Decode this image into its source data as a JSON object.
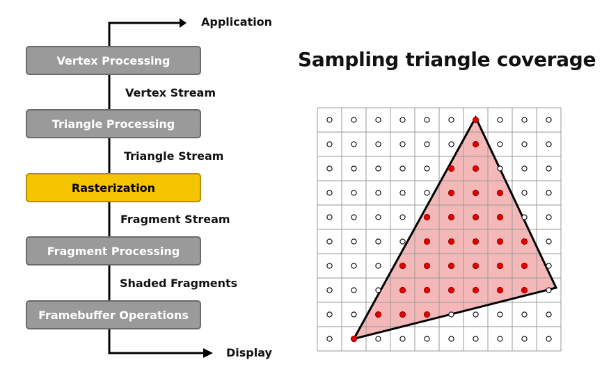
{
  "pipeline": {
    "input_label": "Application",
    "output_label": "Display",
    "stages": [
      {
        "label": "Vertex Processing",
        "highlighted": false
      },
      {
        "label": "Triangle Processing",
        "highlighted": false
      },
      {
        "label": "Rasterization",
        "highlighted": true
      },
      {
        "label": "Fragment Processing",
        "highlighted": false
      },
      {
        "label": "Framebuffer Operations",
        "highlighted": false
      }
    ],
    "streams": [
      "Vertex Stream",
      "Triangle Stream",
      "Fragment Stream",
      "Shaded Fragments"
    ]
  },
  "sampling": {
    "title": "Sampling triangle coverage",
    "grid_columns": 10,
    "grid_rows": 10,
    "triangle_vertices_in_grid_units": [
      [
        6.5,
        0.4
      ],
      [
        9.8,
        7.4
      ],
      [
        1.5,
        9.5
      ]
    ],
    "colors": {
      "triangle_fill": "#f4b8b8",
      "covered_sample": "#e00000",
      "uncovered_sample": "#ffffff",
      "highlight_stage": "#f5c400",
      "stage": "#9a9a9a"
    }
  }
}
